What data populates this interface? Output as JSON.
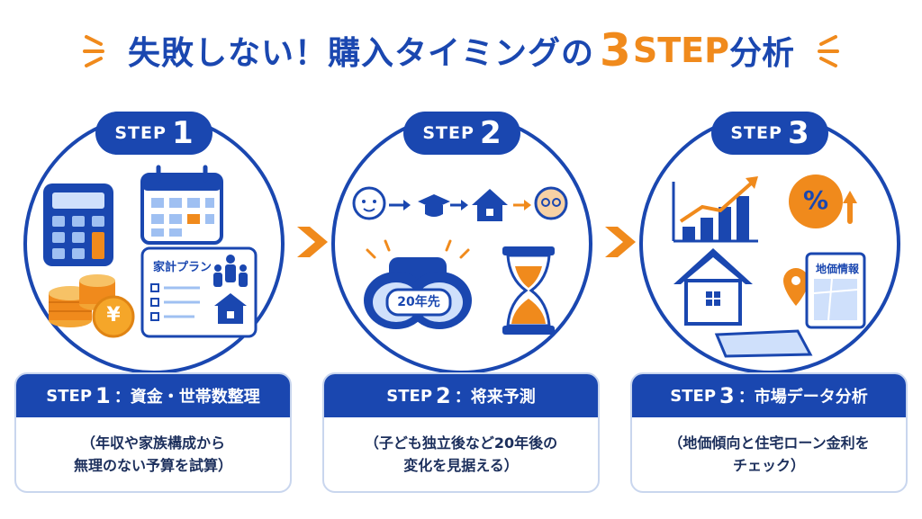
{
  "title": {
    "main": "失敗しない！購入タイミングの",
    "num": "3",
    "step": "STEP",
    "tail": "分析"
  },
  "steps": [
    {
      "badge_word": "STEP",
      "badge_num": "1",
      "plan_label": "家計プラン",
      "yen": "¥",
      "card_prefix": "STEP",
      "card_num": "1",
      "card_title": "：資金・世帯数整理",
      "desc_line1": "（年収や家族構成から",
      "desc_line2": "無理のない予算を試算）"
    },
    {
      "badge_word": "STEP",
      "badge_num": "2",
      "binocular_label": "20年先",
      "card_prefix": "STEP",
      "card_num": "2",
      "card_title": "：将来予測",
      "desc_line1": "（子ども独立後など20年後の",
      "desc_line2": "変化を見据える）"
    },
    {
      "badge_word": "STEP",
      "badge_num": "3",
      "percent": "%",
      "map_label": "地価情報",
      "card_prefix": "STEP",
      "card_num": "3",
      "card_title": "：市場データ分析",
      "desc_line1": "（地価傾向と住宅ローン金利を",
      "desc_line2": "チェック）"
    }
  ],
  "colors": {
    "primary": "#1a47b0",
    "accent": "#f08a1c",
    "light": "#e6eefb",
    "text": "#1c2f5c"
  }
}
